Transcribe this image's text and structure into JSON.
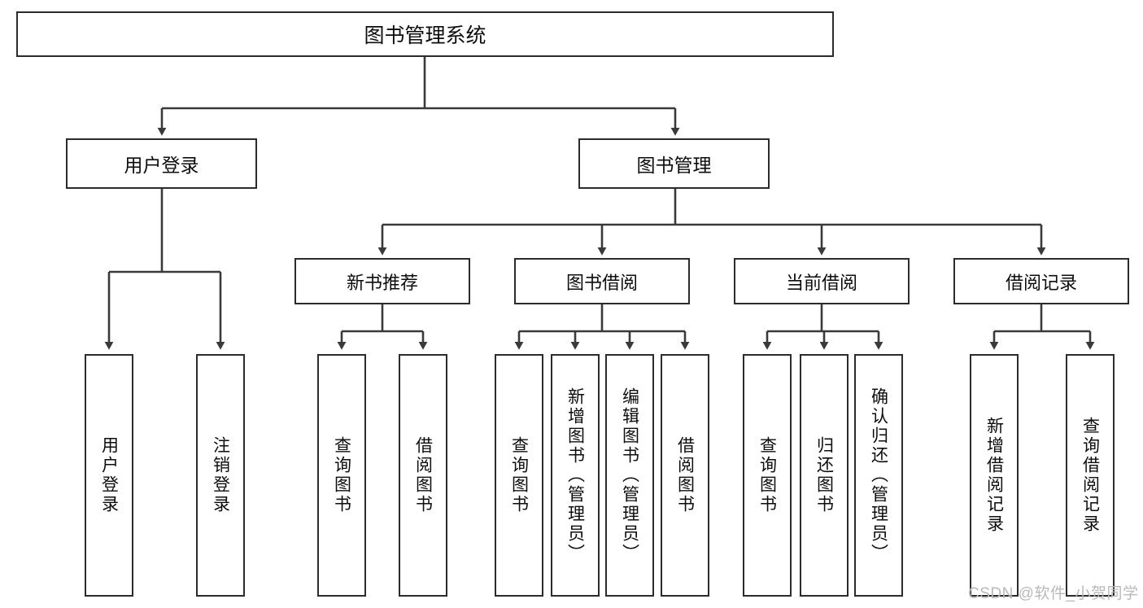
{
  "diagram": {
    "type": "tree-hierarchy",
    "title": "图书管理系统",
    "root": {
      "label": "图书管理系统"
    },
    "level2": [
      {
        "label": "用户登录"
      },
      {
        "label": "图书管理"
      }
    ],
    "level3": [
      {
        "label": "新书推荐"
      },
      {
        "label": "图书借阅"
      },
      {
        "label": "当前借阅"
      },
      {
        "label": "借阅记录"
      }
    ],
    "leaves": {
      "user_login": [
        {
          "label": "用户登录"
        },
        {
          "label": "注销登录"
        }
      ],
      "new_book_recommend": [
        {
          "label": "查询图书"
        },
        {
          "label": "借阅图书"
        }
      ],
      "book_borrow": [
        {
          "label": "查询图书"
        },
        {
          "label": "新增图书（管理员）"
        },
        {
          "label": "编辑图书（管理员）"
        },
        {
          "label": "借阅图书"
        }
      ],
      "current_borrow": [
        {
          "label": "查询图书"
        },
        {
          "label": "归还图书"
        },
        {
          "label": "确认归还（管理员）"
        }
      ],
      "borrow_record": [
        {
          "label": "新增借阅记录"
        },
        {
          "label": "查询借阅记录"
        }
      ]
    }
  },
  "watermark": {
    "text": "CSDN @软件_小贺同学"
  },
  "colors": {
    "box_border": "#2b2b2b",
    "box_fill": "#ffffff",
    "connector": "#3a3a3a",
    "text": "#0d0d0d",
    "watermark": "#b9b9b9",
    "background": "#ffffff"
  }
}
